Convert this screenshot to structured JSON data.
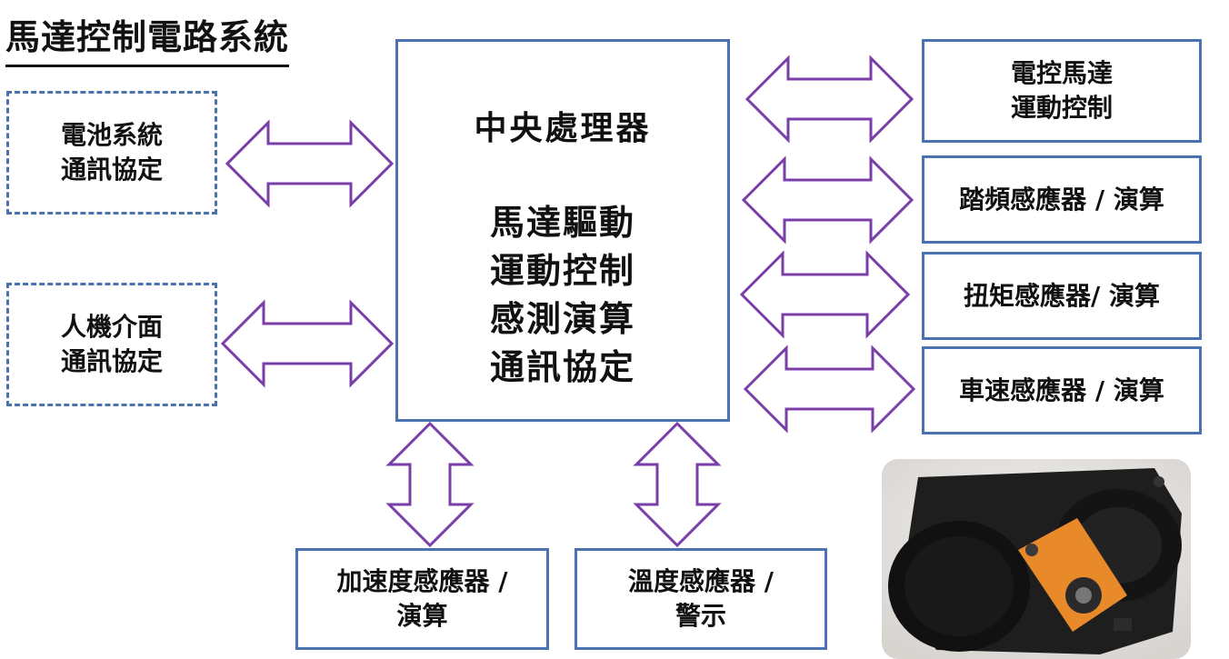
{
  "title": "馬達控制電路系統",
  "left_boxes": {
    "battery": "電池系統\n通訊協定",
    "hmi": "人機介面\n通訊協定"
  },
  "center": {
    "head": "中央處理器",
    "body": "馬達驅動\n運動控制\n感測演算\n通訊協定"
  },
  "right_boxes": {
    "motor_control": "電控馬達\n運動控制",
    "cadence": "踏頻感應器 / 演算",
    "torque": "扭矩感應器/ 演算",
    "speed": "車速感應器 / 演算"
  },
  "bottom_boxes": {
    "accel": "加速度感應器 /\n演算",
    "temp": "溫度感應器 /\n警示"
  },
  "colors": {
    "box_border": "#4a72b0",
    "arrow_stroke": "#7a3ea8"
  },
  "photo": {
    "icon": "motor-photo"
  }
}
